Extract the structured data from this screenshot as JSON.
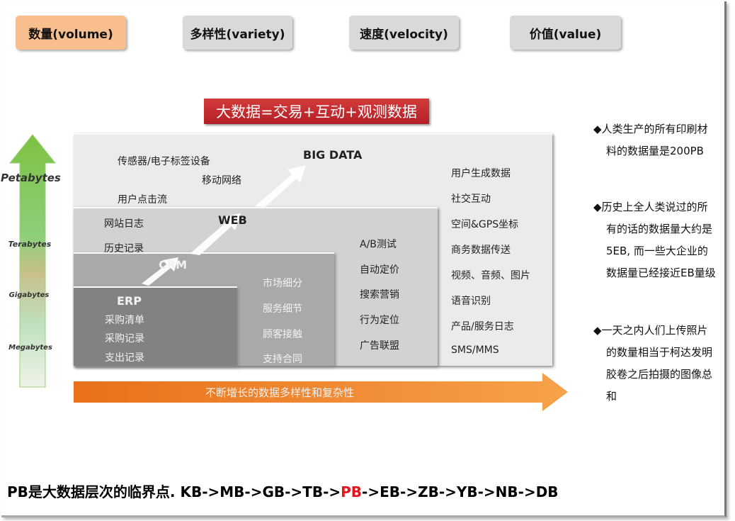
{
  "tabs": [
    {
      "label": "数量(volume)"
    },
    {
      "label": "多样性(variety)"
    },
    {
      "label": "速度(velocity)"
    },
    {
      "label": "价值(value)"
    }
  ],
  "banner": "大数据=交易+互动+观测数据",
  "scale": [
    "Petabytes",
    "Terabytes",
    "Gigabytes",
    "Megabytes"
  ],
  "layers": {
    "bigdata": {
      "title": "BIG DATA",
      "items": [
        "传感器/电子标签设备",
        "移动网络",
        "用户点击流"
      ],
      "right": [
        "用户生成数据",
        "社交互动",
        "空间&GPS坐标",
        "商务数据传送",
        "视频、音频、图片",
        "语音识别",
        "产品/服务日志",
        "SMS/MMS"
      ]
    },
    "web": {
      "title": "WEB",
      "items": [
        "网站日志",
        "历史记录"
      ],
      "right": [
        "A/B测试",
        "自动定价",
        "搜索营销",
        "行为定位",
        "广告联盟"
      ]
    },
    "crm": {
      "title": "CRM",
      "right": [
        "市场细分",
        "服务细节",
        "顾客接触",
        "支持合同"
      ]
    },
    "erp": {
      "title": "ERP",
      "items": [
        "采购清单",
        "采购记录",
        "支出记录"
      ]
    }
  },
  "bottom_arrow": "不断增长的数据多样性和复杂性",
  "bullets": [
    "◆人类生产的所有印刷材料的数据量是200PB",
    "◆历史上全人类说过的所有的话的数据量大约是5EB, 而一些大企业的数据量已经接近EB量级",
    "◆一天之内人们上传照片的数量相当于柯达发明胶卷之后拍摄的图像总和"
  ],
  "footer": {
    "prefix": "PB是大数据层次的临界点. KB->MB->GB->TB->",
    "highlight": "PB",
    "suffix": "->EB->ZB->YB->NB->DB"
  },
  "colors": {
    "highlight": "#e8141b",
    "active_tab": "#f8be8e",
    "banner": "#c0282d",
    "arrow": "#f08a24"
  }
}
